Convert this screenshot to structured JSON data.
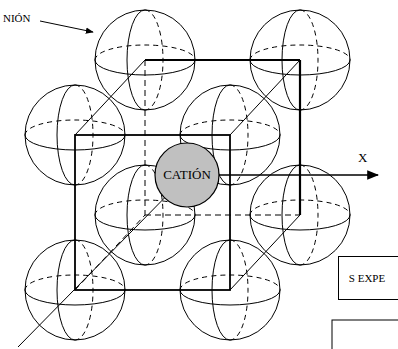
{
  "diagram": {
    "nodes": [
      {
        "text": [
          "CATIÓN"
        ]
      },
      {
        "text": [
          "S EXPE"
        ]
      }
    ],
    "labels": [
      "NIÓN",
      "X"
    ]
  }
}
